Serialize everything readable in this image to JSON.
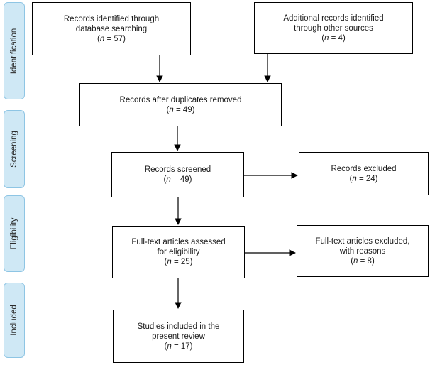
{
  "stages": [
    {
      "label": "Identification"
    },
    {
      "label": "Screening"
    },
    {
      "label": "Eligibility"
    },
    {
      "label": "Included"
    }
  ],
  "boxes": {
    "database": {
      "line1": "Records identified through",
      "line2": "database searching",
      "n": "57"
    },
    "other": {
      "line1": "Additional records identified",
      "line2": "through other sources",
      "n": "4"
    },
    "deduplicated": {
      "line1": "Records after duplicates removed",
      "n": "49"
    },
    "screened": {
      "line1": "Records screened",
      "n": "49"
    },
    "excluded": {
      "line1": "Records excluded",
      "n": "24"
    },
    "fulltext": {
      "line1": "Full-text articles assessed",
      "line2": "for eligibility",
      "n": "25"
    },
    "fulltext_excluded": {
      "line1": "Full-text articles excluded,",
      "line2": "with reasons",
      "n": "8"
    },
    "included": {
      "line1": "Studies included in the",
      "line2": "present review",
      "n": "17"
    }
  },
  "n_prefix": "n",
  "n_sep": " = "
}
